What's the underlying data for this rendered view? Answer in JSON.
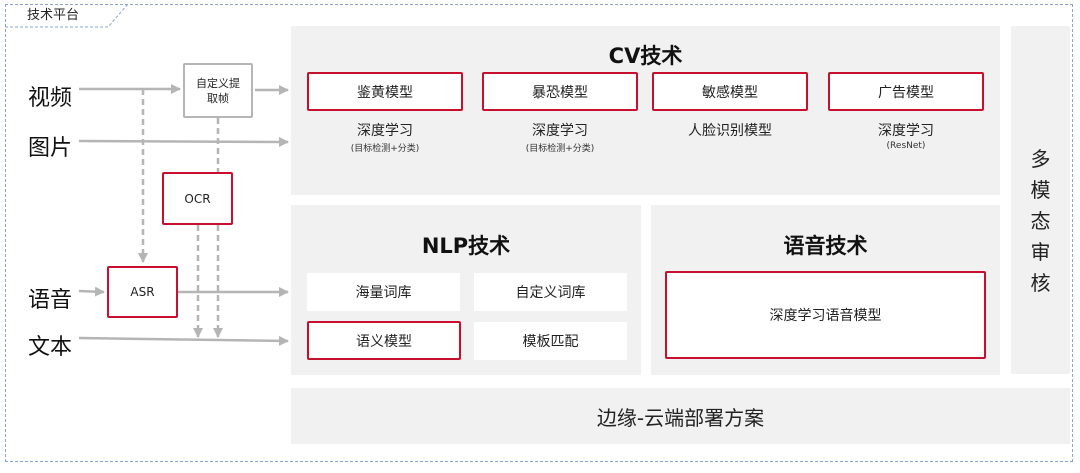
{
  "platform": {
    "label": "技术平台"
  },
  "inputs": [
    {
      "label": "视频"
    },
    {
      "label": "图片"
    },
    {
      "label": "语音"
    },
    {
      "label": "文本"
    }
  ],
  "preprocess": {
    "frame_extract": {
      "line1": "自定义提",
      "line2": "取帧"
    },
    "ocr": "OCR",
    "asr": "ASR"
  },
  "cv": {
    "title": "CV技术",
    "models": [
      {
        "name": "鉴黄模型",
        "method": "深度学习",
        "detail": "(目标检测+分类)"
      },
      {
        "name": "暴恐模型",
        "method": "深度学习",
        "detail": "(目标检测+分类)"
      },
      {
        "name": "敏感模型",
        "method": "人脸识别模型",
        "detail": ""
      },
      {
        "name": "广告模型",
        "method": "深度学习",
        "detail": "(ResNet)"
      }
    ]
  },
  "nlp": {
    "title": "NLP技术",
    "items": [
      {
        "name": "海量词库"
      },
      {
        "name": "自定义词库"
      },
      {
        "name": "语义模型"
      },
      {
        "name": "模板匹配"
      }
    ]
  },
  "speech": {
    "title": "语音技术",
    "model": "深度学习语音模型"
  },
  "multimodal": {
    "chars": [
      "多",
      "模",
      "态",
      "审",
      "核"
    ]
  },
  "deployment": {
    "label": "边缘-云端部署方案"
  },
  "colors": {
    "accent_red": "#c8102e",
    "panel_grey": "#f1f1f1",
    "arrow_grey": "#b5b5b5",
    "border_dashed": "#8aa4c8"
  }
}
